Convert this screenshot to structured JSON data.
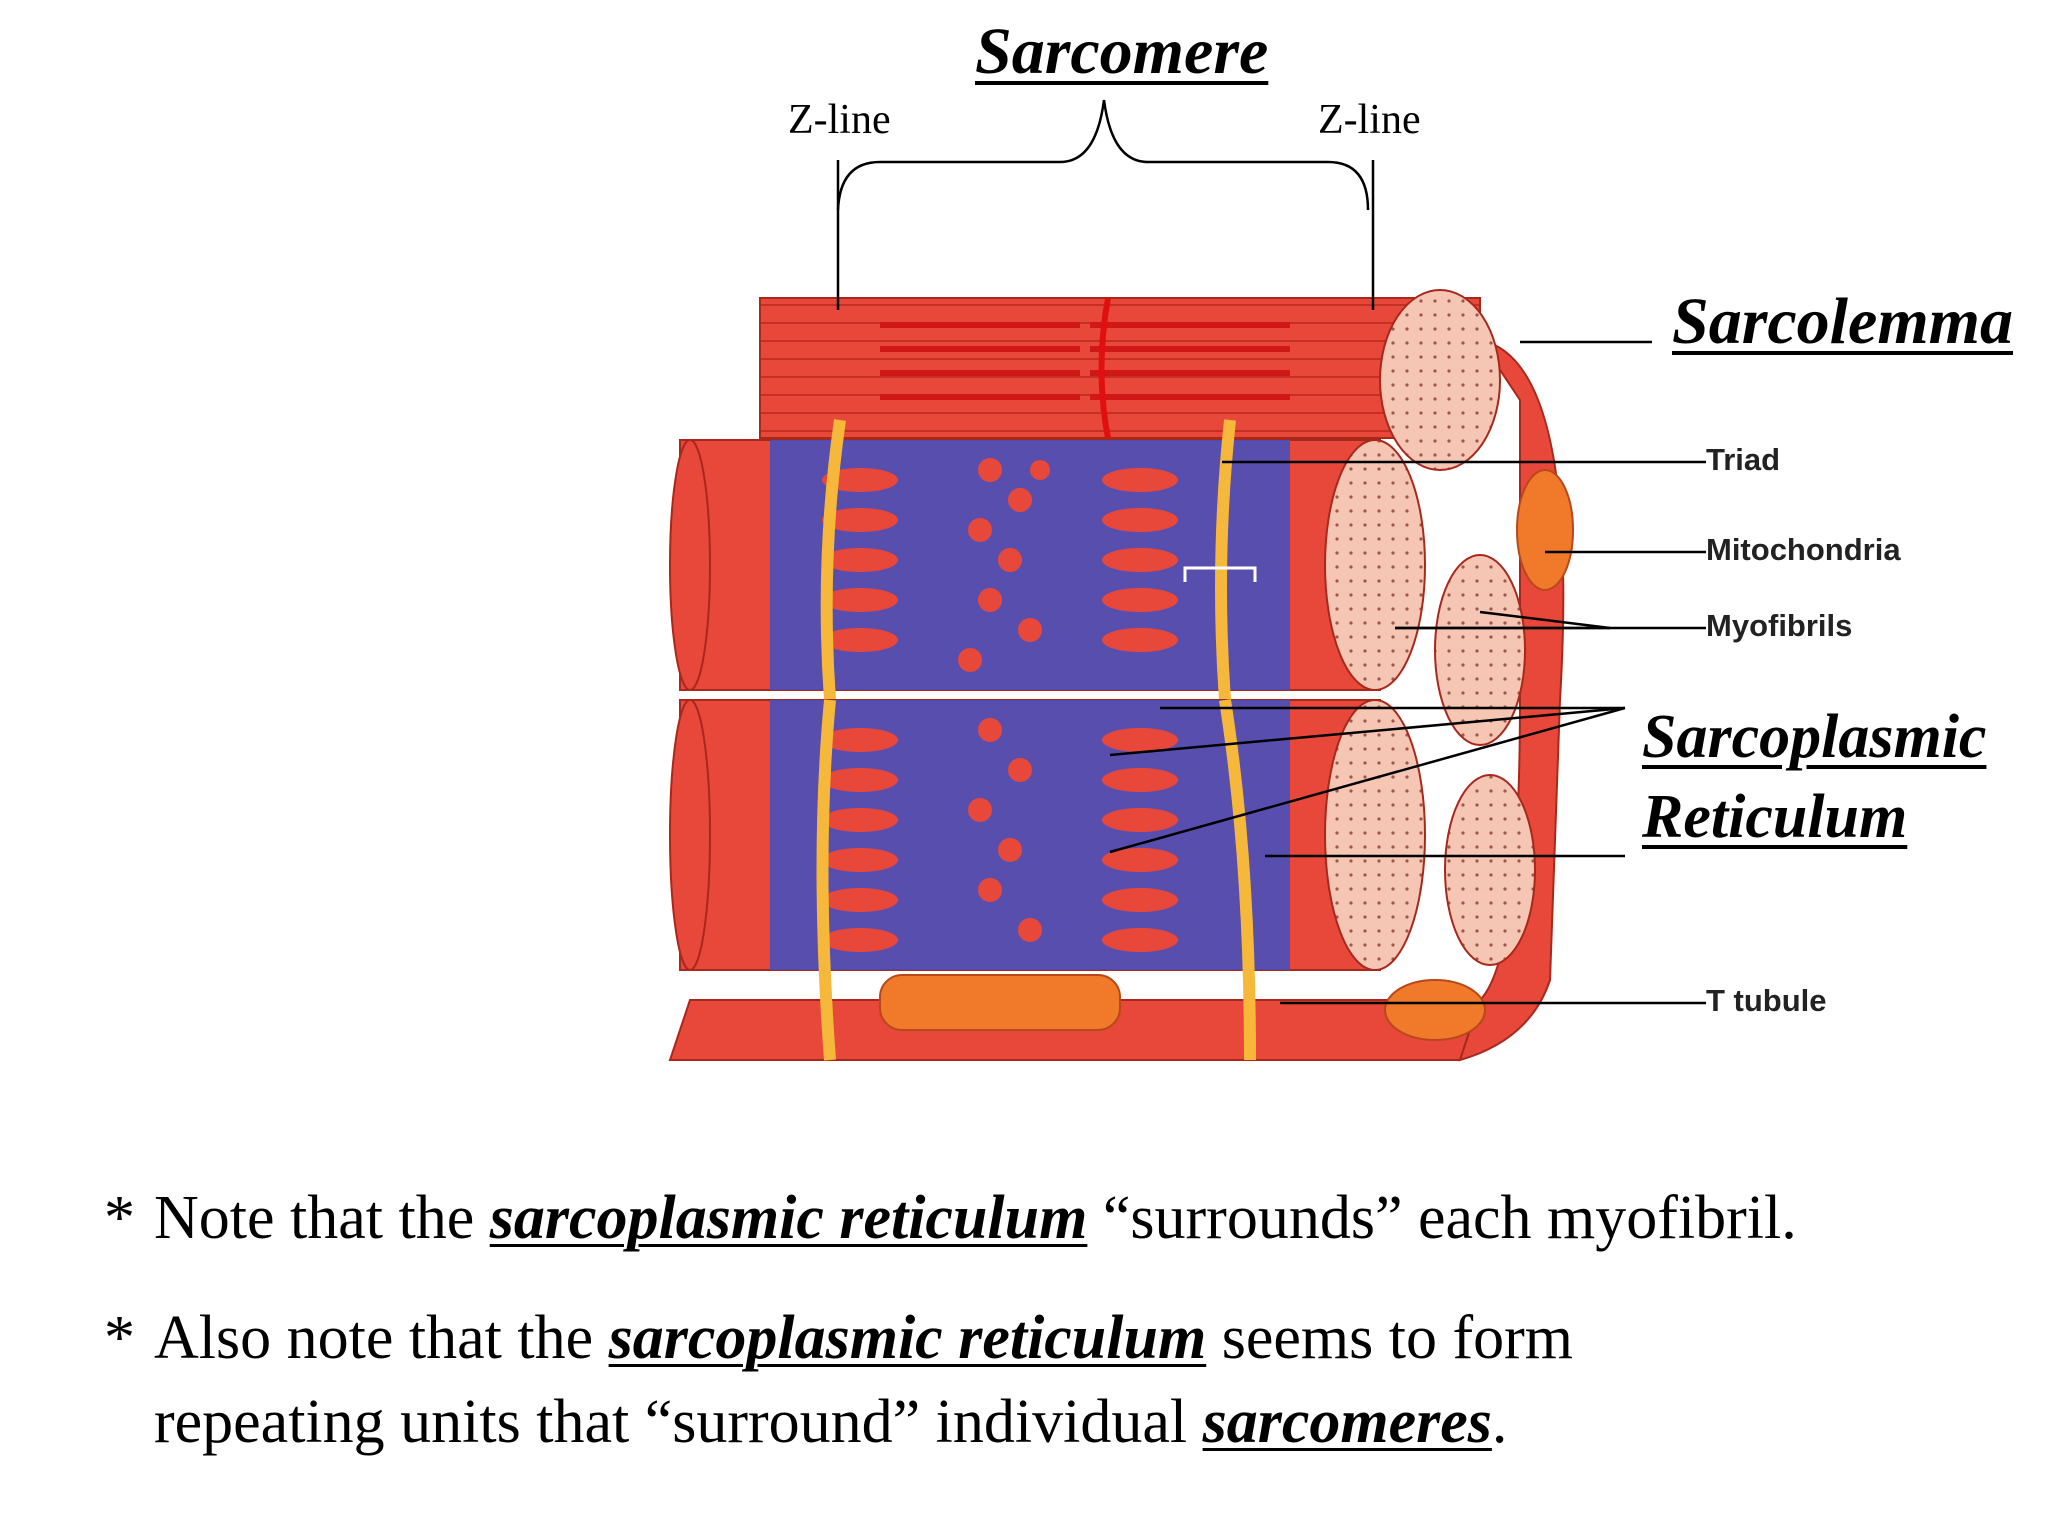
{
  "title": "Sarcomere",
  "zline_left": "Z-line",
  "zline_right": "Z-line",
  "labels": {
    "sarcolemma": "Sarcolemma",
    "triad": "Triad",
    "mitochondria": "Mitochondria",
    "myofibrils": "Myofibrils",
    "sr_line1": "Sarcoplasmic",
    "sr_line2": "Reticulum",
    "t_tubule": "T tubule"
  },
  "notes": {
    "n1_bullet": "*",
    "n1_pre": "Note that the",
    "n1_emph": "sarcoplasmic reticulum",
    "n1_post": "“surrounds” each myofibril.",
    "n2_bullet": "*",
    "n2_pre": "Also note that the",
    "n2_emph": "sarcoplasmic reticulum",
    "n2_post": "seems to form",
    "n2_line2_pre": "repeating units that “surround” individual",
    "n2_line2_emph": "sarcomeres",
    "n2_line2_post": "."
  },
  "colors": {
    "muscle": "#e8483a",
    "muscle_dark": "#c0281c",
    "reticulum": "#4a4fb8",
    "reticulum_light": "#8a8ee0",
    "t_tubule": "#f5b83a",
    "myofibril_end": "#f6c6b4",
    "mitochondria": "#f07a2a"
  }
}
